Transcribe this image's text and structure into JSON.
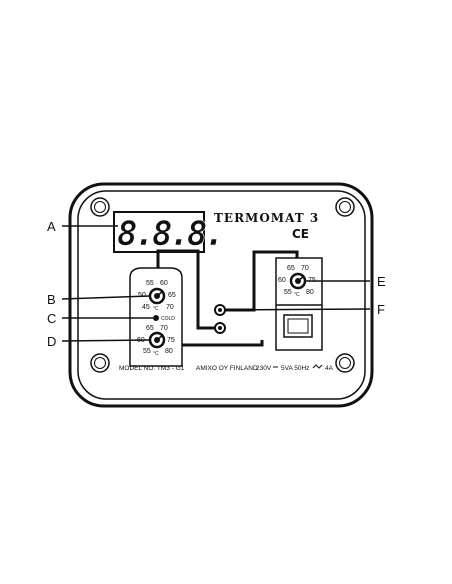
{
  "brand": "TERMOMAT 3",
  "ce_mark": "CE",
  "display": {
    "digits": "8.8.8."
  },
  "callouts": {
    "A": "A",
    "B": "B",
    "C": "C",
    "D": "D",
    "E": "E",
    "F": "F"
  },
  "indicator_label": "COLD",
  "unit": "°C",
  "model_text": "MODEL NO. TM3 - G1",
  "maker_text": "AMIXO OY FINLAND",
  "voltage_text": "230V",
  "power_text": "5VA 50Hz",
  "fuse_text": "4A",
  "dial_b": {
    "scale": [
      "55",
      "60",
      "50",
      "65",
      "45",
      "70"
    ]
  },
  "dial_d": {
    "scale": [
      "65",
      "70",
      "60",
      "75",
      "55",
      "80"
    ]
  },
  "dial_e": {
    "scale": [
      "65",
      "70",
      "60",
      "75",
      "55",
      "80"
    ]
  },
  "colors": {
    "stroke": "#111111",
    "panel": "#ffffff"
  }
}
